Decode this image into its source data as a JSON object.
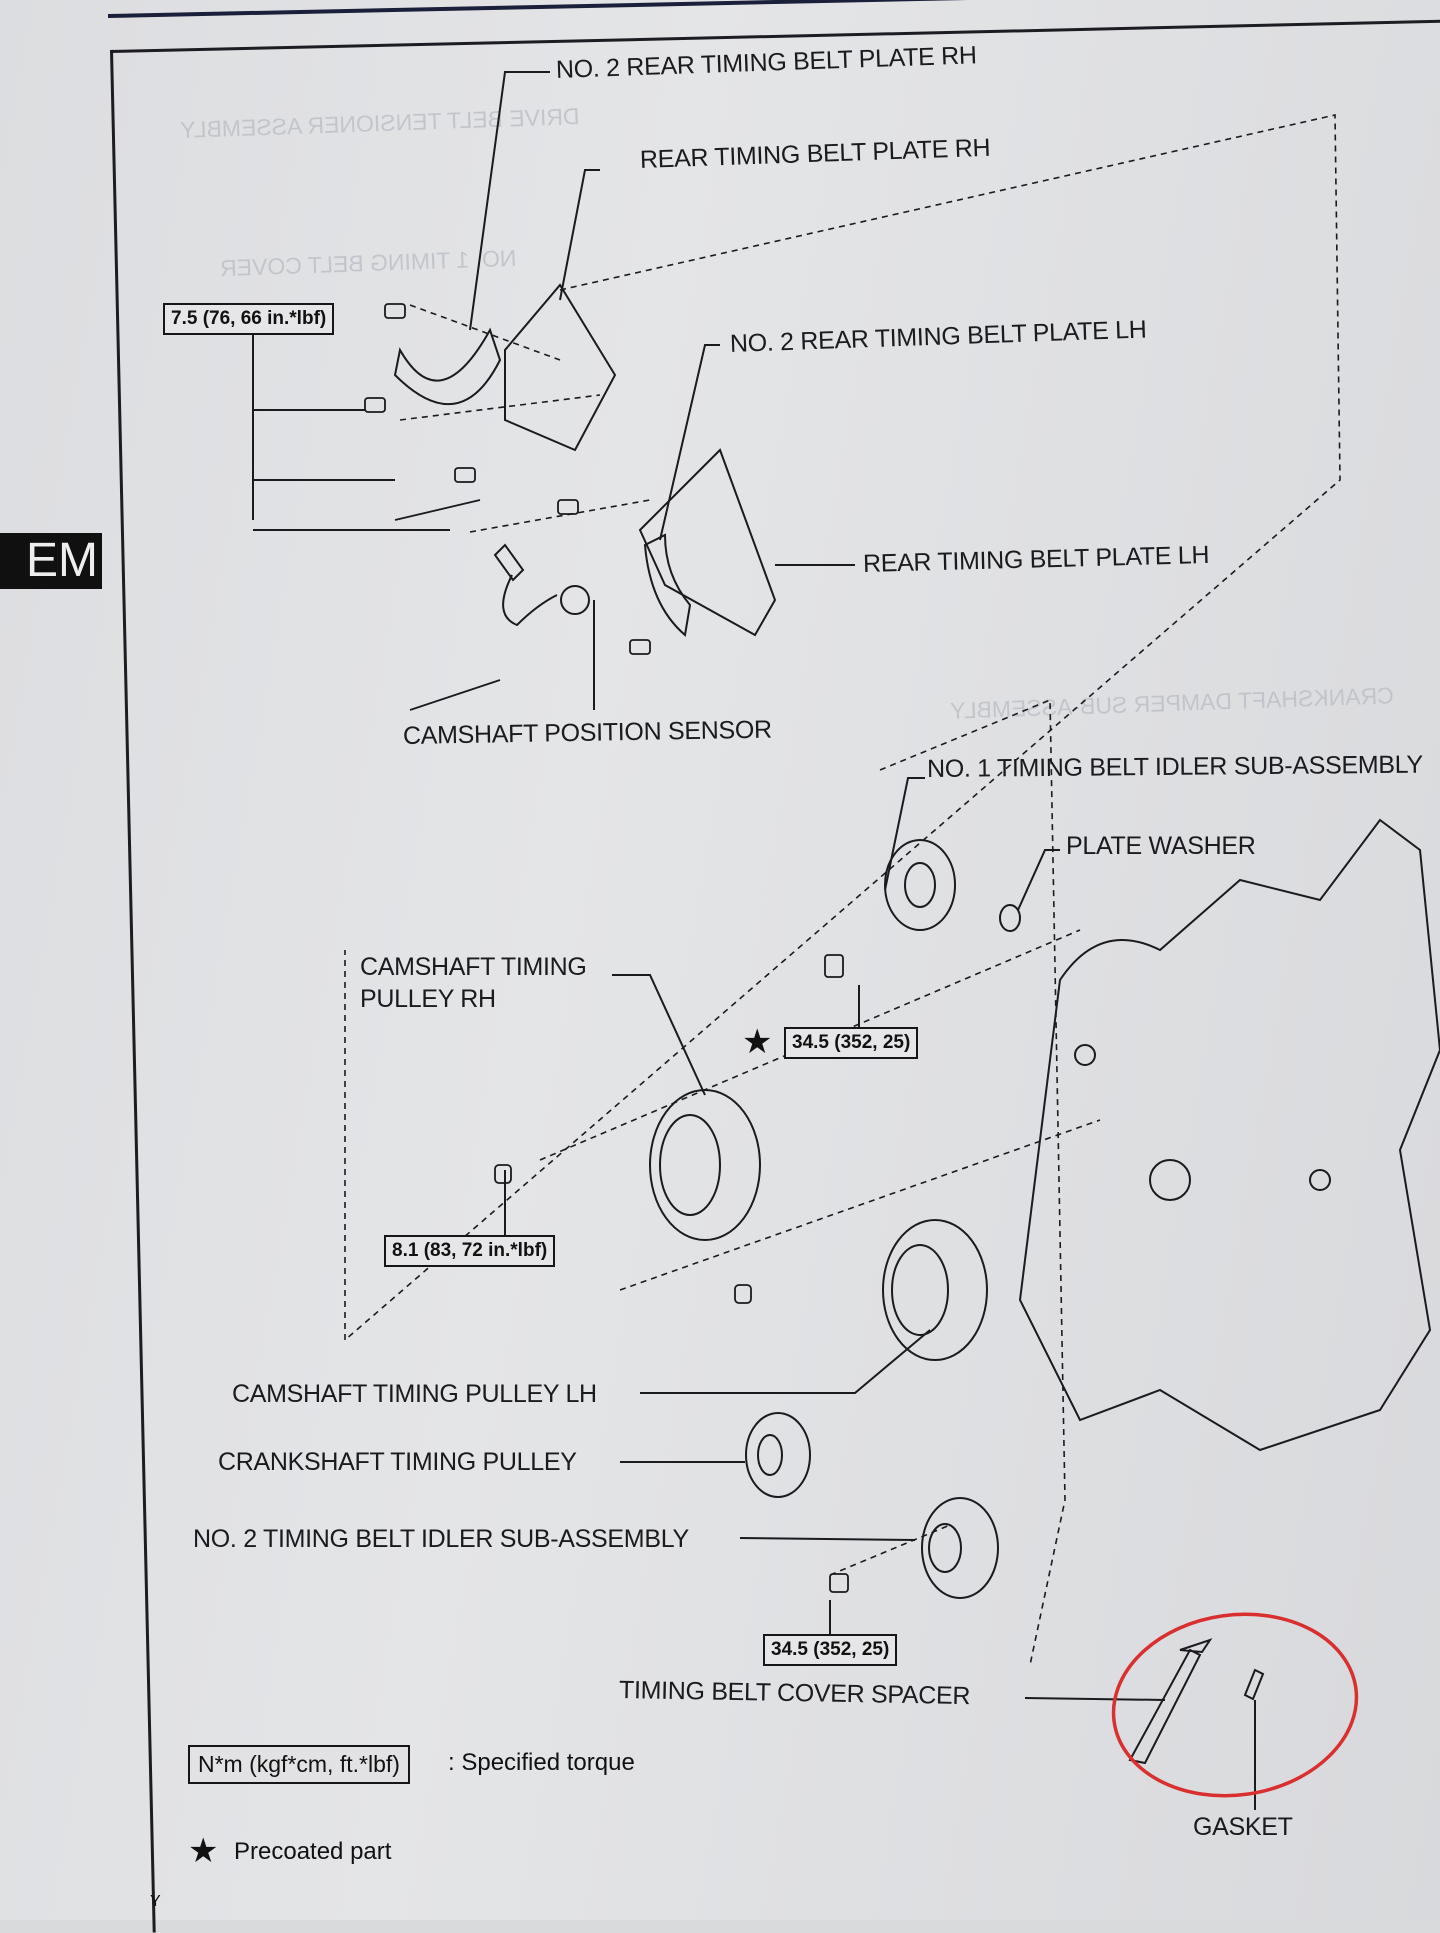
{
  "section_tab": "EM",
  "page_marker": "Y",
  "parts": {
    "no2_rear_timing_belt_plate_rh": "NO. 2 REAR TIMING BELT PLATE RH",
    "rear_timing_belt_plate_rh": "REAR TIMING BELT PLATE RH",
    "no2_rear_timing_belt_plate_lh": "NO. 2 REAR TIMING BELT PLATE LH",
    "rear_timing_belt_plate_lh": "REAR TIMING BELT PLATE LH",
    "camshaft_position_sensor": "CAMSHAFT POSITION SENSOR",
    "no1_timing_belt_idler": "NO. 1 TIMING BELT IDLER SUB-ASSEMBLY",
    "plate_washer": "PLATE WASHER",
    "camshaft_timing_pulley_rh_line1": "CAMSHAFT TIMING",
    "camshaft_timing_pulley_rh_line2": "PULLEY RH",
    "camshaft_timing_pulley_lh": "CAMSHAFT TIMING PULLEY LH",
    "crankshaft_timing_pulley": "CRANKSHAFT TIMING PULLEY",
    "no2_timing_belt_idler": "NO. 2 TIMING BELT IDLER SUB-ASSEMBLY",
    "timing_belt_cover_spacer": "TIMING BELT COVER SPACER",
    "gasket": "GASKET"
  },
  "torques": {
    "rear_plate_bolts": "7.5 (76, 66 in.*lbf)",
    "idler_no1_bolt": "34.5 (352, 25)",
    "cam_pulley_bolt": "8.1 (83, 72 in.*lbf)",
    "idler_no2_bolt": "34.5 (352, 25)"
  },
  "legend": {
    "torque_unit": "N*m (kgf*cm, ft.*lbf)",
    "torque_desc": ": Specified torque",
    "precoated_symbol": "★",
    "precoated_desc": "Precoated part"
  },
  "ghost_text": {
    "g1": "DRIVE BELT TENSIONER ASSEMBLY",
    "g2": "NO. 1 TIMING BELT COVER",
    "g3": "CRANKSHAFT DAMPER SUB-ASSEMBLY"
  },
  "annotation": {
    "highlight_color": "#d9302f",
    "highlight_target": "timing belt cover spacer and gasket"
  }
}
